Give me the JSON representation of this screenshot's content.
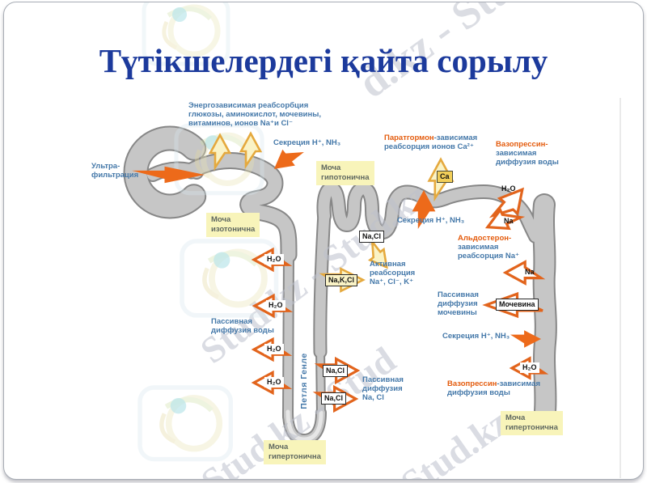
{
  "slide": {
    "title": "Түтікшелердегі қайта сорылу"
  },
  "watermarks": {
    "line1": "d.kz - Stud.kz",
    "line2": "Stud.kz - Stud.kz",
    "line3": "Stud.kz - Stud",
    "line4": "Stud.kz"
  },
  "colors": {
    "title_navy": "#1c3a9c",
    "label_blue": "#4478a9",
    "hormone_orange": "#e45c0e",
    "arrow_orange": "#ed6a1a",
    "cream_arrow_fill": "#faf3c6",
    "cream_arrow_border": "#e5a93e",
    "urine_label_bg": "#f8f4ba",
    "tubule_gray": "#c6c6c6",
    "ca_tag_bg": "#f2ce58"
  },
  "labels": {
    "energy": {
      "l1": "Энергозависимая реабсорбция",
      "l2": "глюкозы, аминокислот, мочевины,",
      "l3": "витаминов, ионов Na⁺и Cl⁻"
    },
    "secretion": "Секреция H⁺, NH₃",
    "ultra": {
      "l1": "Ультра-",
      "l2": "фильтрация"
    },
    "urine_iso": {
      "l1": "Моча",
      "l2": "изотонична"
    },
    "urine_hypo": {
      "l1": "Моча",
      "l2": "гипотонична"
    },
    "urine_hyper": {
      "l1": "Моча",
      "l2": "гипертонична"
    },
    "parat": {
      "hormone": "Паратгормон",
      "rest": "-зависимая",
      "l2": "реабсорция ионов Ca²⁺"
    },
    "vaso_top": {
      "hormone": "Вазопрессин-",
      "l2": "зависимая",
      "l3": "диффузия воды"
    },
    "vaso_bottom": {
      "hormone": "Вазопрессин",
      "rest": "-зависимая",
      "l2": "диффузия воды"
    },
    "aldo": {
      "hormone": "Альдостерон-",
      "l2": "зависимая",
      "l3": "реабсорция Na⁺"
    },
    "active": {
      "l1": "Активная",
      "l2": "реабсорция",
      "l3": "Na⁺, Cl⁻, K⁺"
    },
    "passive_water": {
      "l1": "Пассивная",
      "l2": "диффузия воды"
    },
    "passive_nacl": {
      "l1": "Пассивная",
      "l2": "диффузия",
      "l3": "Na, Cl"
    },
    "passive_urea": {
      "l1": "Пассивная",
      "l2": "диффузия",
      "l3": "мочевины"
    },
    "henle": "Петля Генле"
  },
  "tags": {
    "h2o": "H₂O",
    "na": "Na",
    "nacl": "Na,Cl",
    "nakcl": "Na,K,Cl",
    "ca": "Ca",
    "urea": "Мочевина"
  }
}
